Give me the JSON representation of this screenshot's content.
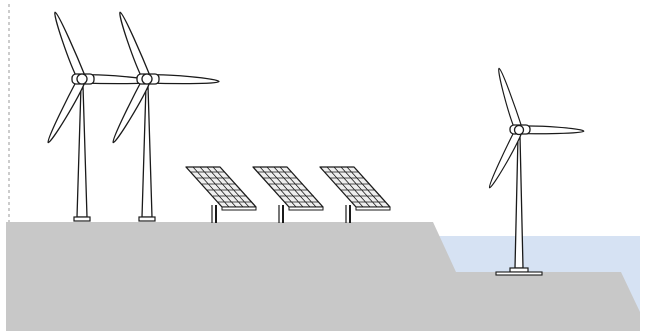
{
  "scene": {
    "elements": {
      "onshore_wind_turbines": 2,
      "solar_panels": 3,
      "offshore_wind_turbines": 1
    },
    "colors": {
      "background": "#ffffff",
      "ground": "#c8c8c8",
      "water": "#d6e2f3",
      "outline": "#1a1a1a",
      "turbine": "#ffffff",
      "panel_frame": "#eeeeee",
      "panel_cell": "#ffffff",
      "boundary_dash": "#9a9a9a"
    }
  }
}
